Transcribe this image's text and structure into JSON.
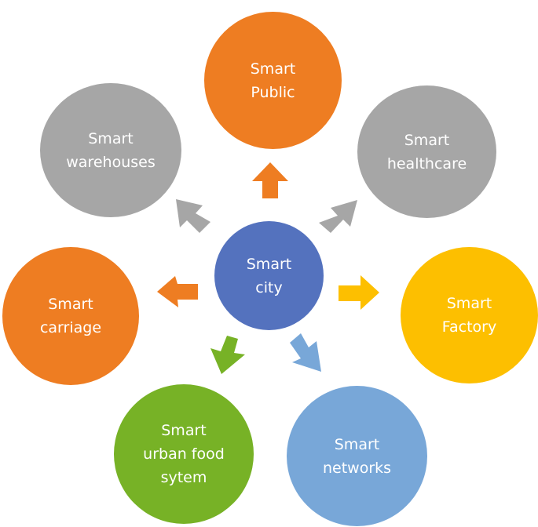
{
  "center": {
    "lines": [
      "Smart",
      "city"
    ],
    "color": "#5472BE"
  },
  "nodes": [
    {
      "id": "public",
      "lines": [
        "Smart",
        "Public"
      ],
      "color": "#EE7D22"
    },
    {
      "id": "healthcare",
      "lines": [
        "Smart",
        "healthcare"
      ],
      "color": "#A6A6A6"
    },
    {
      "id": "factory",
      "lines": [
        "Smart",
        "Factory"
      ],
      "color": "#FDBF00"
    },
    {
      "id": "networks",
      "lines": [
        "Smart",
        "networks"
      ],
      "color": "#78A7D8"
    },
    {
      "id": "food",
      "lines": [
        "Smart",
        "urban food",
        "sytem"
      ],
      "color": "#77B226"
    },
    {
      "id": "carriage",
      "lines": [
        "Smart",
        "carriage"
      ],
      "color": "#EE7D22"
    },
    {
      "id": "warehouses",
      "lines": [
        "Smart",
        "warehouses"
      ],
      "color": "#A6A6A6"
    }
  ]
}
